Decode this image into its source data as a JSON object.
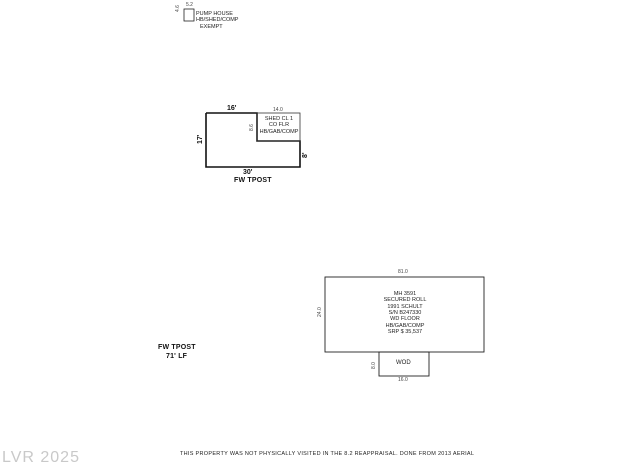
{
  "pump_house": {
    "top_dim": "5.2",
    "side_dim": "4.6",
    "lines": [
      "PUMP HOUSE",
      "HB/SHED/COMP",
      "EXEMPT"
    ]
  },
  "main_structure": {
    "top_dim": "16'",
    "left_dim": "17'",
    "bottom_dim": "30'",
    "right_dim": "8'",
    "caption": "FW TPOST"
  },
  "shed": {
    "top_dim": "14.0",
    "side_dim": "8.6",
    "lines": [
      "SHED CL 1",
      "CO FLR",
      "HB/GAB/COMP"
    ]
  },
  "mobile_home": {
    "top_dim": "81.0",
    "side_dim": "24.0",
    "lines": [
      "MH 3591",
      "SECURED ROLL",
      "1991 SCHULT",
      "S/N B247330",
      "WD FLOOR",
      "HB/GAB/COMP",
      "SRP $ 35,537"
    ]
  },
  "wod": {
    "label": "WOD",
    "side_dim": "8.0",
    "bottom_dim": "16.0"
  },
  "fence_note": {
    "line1": "FW TPOST",
    "line2": "71' LF"
  },
  "footer": {
    "note": "THIS PROPERTY WAS NOT PHYSICALLY VISITED IN THE 8.2 REAPPRAISAL. DONE FROM 2013 AERIAL",
    "watermark": "LVR 2025"
  }
}
